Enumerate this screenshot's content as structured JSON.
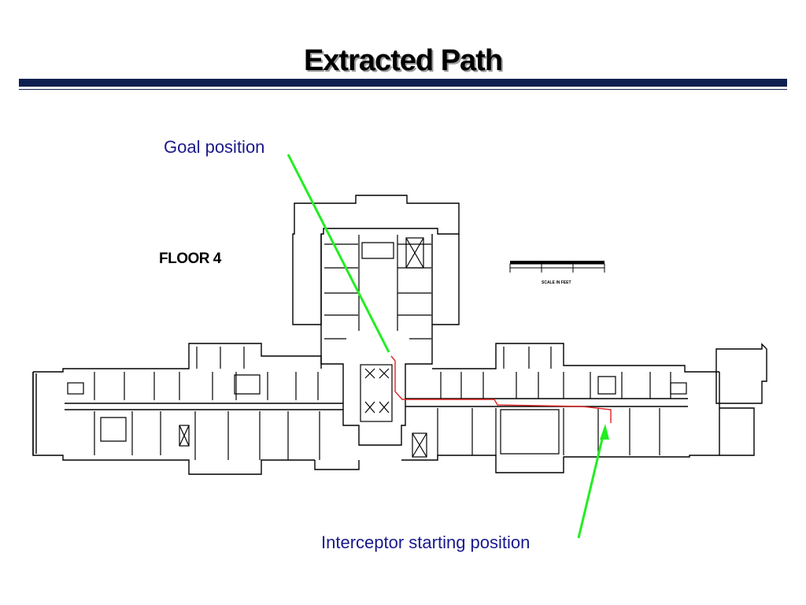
{
  "slide": {
    "title": "Extracted Path"
  },
  "floorplan": {
    "floor_label": "FLOOR 4",
    "scale_caption": "SCALE IN FEET"
  },
  "annotations": {
    "goal_label": "Goal position",
    "start_label": "Interceptor starting position"
  },
  "colors": {
    "title_rule": "#0d1f4f",
    "callout_text": "#1a1a8c",
    "pointer": "#22ee22",
    "path": "#dd2222",
    "walls": "#000000"
  }
}
